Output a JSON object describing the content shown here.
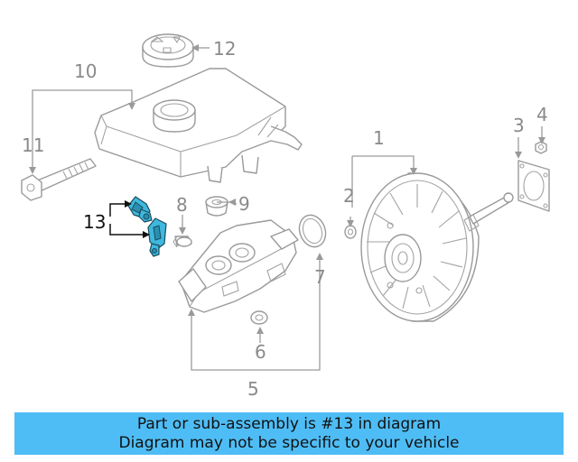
{
  "callouts": {
    "c1": "1",
    "c2": "2",
    "c3": "3",
    "c4": "4",
    "c5": "5",
    "c6": "6",
    "c7": "7",
    "c8": "8",
    "c9": "9",
    "c10": "10",
    "c11": "11",
    "c12": "12",
    "c13": "13"
  },
  "highlight_color": "#3fb8de",
  "banner": {
    "background": "#4fbdf5",
    "line1": "Part or sub-assembly is #13 in diagram",
    "line2": "Diagram may not be specific to your vehicle"
  }
}
